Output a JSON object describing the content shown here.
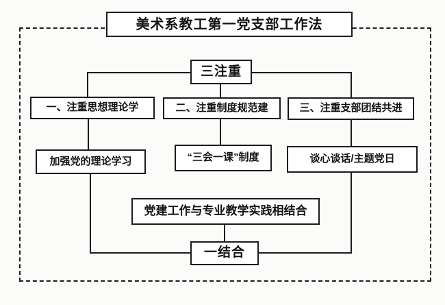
{
  "diagram": {
    "title": "美术系教工第一党支部工作法",
    "top_node": "三注重",
    "branches": [
      {
        "heading": "一、注重思想理论学",
        "detail": "加强党的理论学习"
      },
      {
        "heading": "二、注重制度规范建",
        "detail": "“三会一课”制度"
      },
      {
        "heading": "三、注重支部团结共进",
        "detail": "谈心谈话/主题党日"
      }
    ],
    "integration_node": "党建工作与专业教学实践相结合",
    "bottom_node": "一结合",
    "colors": {
      "line": "#1b1b1b",
      "box_border": "#1b1b1b",
      "box_fill": "#ffffff",
      "background": "#fbfbfa"
    }
  }
}
